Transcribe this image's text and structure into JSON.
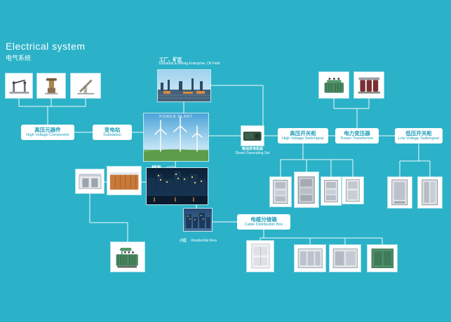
{
  "page": {
    "title": "Electrical system",
    "subtitle": "电气系统"
  },
  "nodes": {
    "high_voltage_component": {
      "zh": "高压元器件",
      "en": "High Voltage Component"
    },
    "substation": {
      "zh": "变电站",
      "en": "Substation"
    },
    "high_voltage_switchgear": {
      "zh": "高压开关柜",
      "en": "High Voltage Switchgear"
    },
    "power_transformer": {
      "zh": "电力变压器",
      "en": "Power Transformer"
    },
    "low_voltage_switchgear": {
      "zh": "低压开关柜",
      "en": "Low Voltage Switchgear"
    },
    "cable_distribution_box": {
      "zh": "电缆分接箱",
      "en": "Cable Distribution Box"
    }
  },
  "captions": {
    "industrial": {
      "zh": "工厂、矿区",
      "en": "Industrial & Mining Enterprise, Oil Field"
    },
    "power_plant": "POWER PLANT",
    "city": {
      "zh": "城市",
      "en": "CITY"
    },
    "residential": {
      "zh": "小区",
      "en": "Residential Area"
    },
    "generator": {
      "zh": "柴油发电机组",
      "en": "Diesel Generating Set"
    }
  },
  "colors": {
    "background": "#2BB2C8",
    "label_text": "#1B9CB8",
    "line": "#FFFFFF"
  }
}
